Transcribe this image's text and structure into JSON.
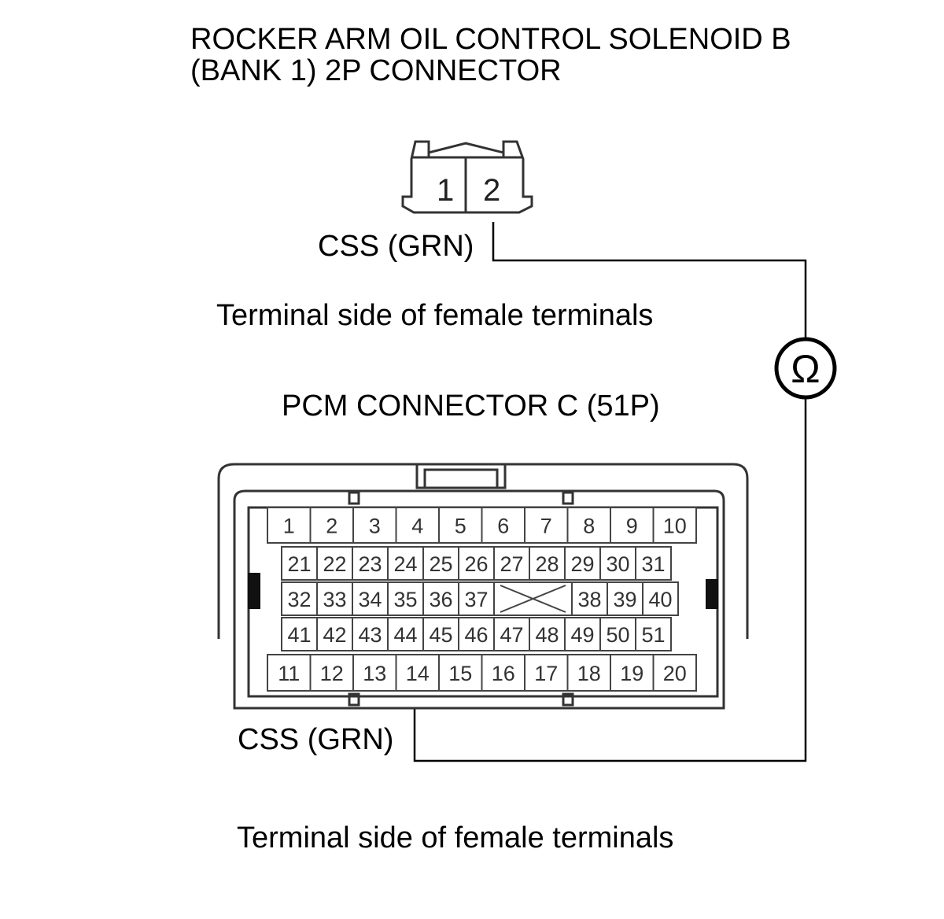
{
  "solenoid_connector": {
    "title_line1": "ROCKER ARM OIL CONTROL SOLENOID B",
    "title_line2": "(BANK 1) 2P CONNECTOR",
    "pins": [
      "1",
      "2"
    ],
    "wire_label": "CSS (GRN)",
    "view_note": "Terminal side of female terminals"
  },
  "meter": {
    "symbol": "Ω"
  },
  "pcm_connector": {
    "title": "PCM CONNECTOR C (51P)",
    "rows": [
      [
        "1",
        "2",
        "3",
        "4",
        "5",
        "6",
        "7",
        "8",
        "9",
        "10"
      ],
      [
        "21",
        "22",
        "23",
        "24",
        "25",
        "26",
        "27",
        "28",
        "29",
        "30",
        "31"
      ],
      [
        "32",
        "33",
        "34",
        "35",
        "36",
        "37",
        "",
        "38",
        "39",
        "40"
      ],
      [
        "41",
        "42",
        "43",
        "44",
        "45",
        "46",
        "47",
        "48",
        "49",
        "50",
        "51"
      ],
      [
        "11",
        "12",
        "13",
        "14",
        "15",
        "16",
        "17",
        "18",
        "19",
        "20"
      ]
    ],
    "wire_label": "CSS (GRN)",
    "view_note": "Terminal side of female terminals"
  }
}
